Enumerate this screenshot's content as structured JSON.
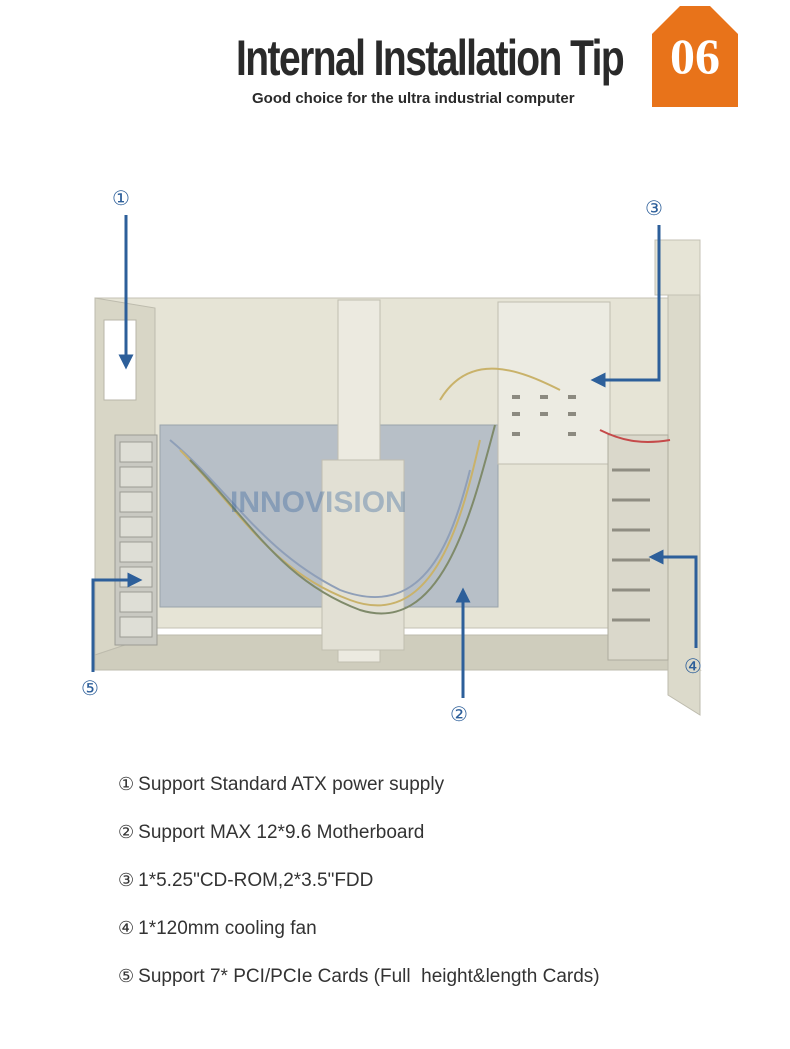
{
  "header": {
    "title": "Internal Installation Tip",
    "subtitle": "Good choice for the ultra industrial computer",
    "badge": "06",
    "badge_color": "#e8731a"
  },
  "photo": {
    "watermark": "INNOVISION",
    "callouts": [
      "①",
      "②",
      "③",
      "④",
      "⑤"
    ]
  },
  "features": [
    {
      "num": "①",
      "text": "Support Standard ATX power supply"
    },
    {
      "num": "②",
      "text": "Support MAX 12*9.6 Motherboard"
    },
    {
      "num": "③",
      "text": "1*5.25\"CD-ROM,2*3.5\"FDD"
    },
    {
      "num": "④",
      "text": "1*120mm cooling fan"
    },
    {
      "num": "⑤",
      "text": "Support 7* PCI/PCIe Cards (Full  height&length Cards)"
    }
  ],
  "colors": {
    "arrow": "#2d5f9a",
    "chassis": "#e4e2d3"
  }
}
